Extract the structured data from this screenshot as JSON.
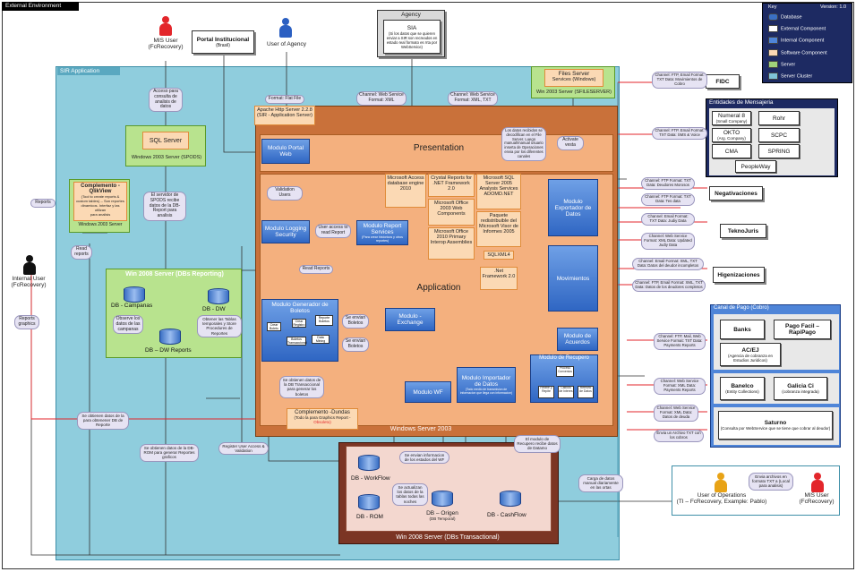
{
  "external_environment": {
    "title": "External Environment"
  },
  "key": {
    "title": "Key",
    "version": "Version: 1.0",
    "items": [
      "Database",
      "External Component",
      "Internal Component",
      "Software Component",
      "Server",
      "Server Cluster"
    ],
    "colors": {
      "database": "#3a6fc4",
      "external": "#ffffff",
      "internal": "#4f85d8",
      "software": "#fbd9b4",
      "server": "#9fd27a",
      "cluster": "#7fc4d8"
    }
  },
  "sir_application": {
    "title": "SIR Application"
  },
  "windows_2003": {
    "label": "Windows Server 2003"
  },
  "presentation": {
    "label": "Presentation"
  },
  "application": {
    "label": "Application"
  },
  "apache": {
    "line1": "Apache Http Server 2.2.8",
    "line2": "(SIR - Application Server)"
  },
  "modules": {
    "portal_web": "Modulo Portal Web",
    "logging": "Modulo Logging Security",
    "report_services": "Modulo Report Services",
    "report_services_sub": "(Para crear historicos y otros reportes)",
    "generador": "Modulo Generador de Boletos",
    "exchange": "Modulo - Exchange",
    "importador": "Modulo Importador de Datos",
    "importador_sub": "(Todo medio de transmision de informacion que llega con informacion)",
    "wf": "Modulo WF",
    "exportador": "Modulo Exportador de Datos",
    "movimientos": "Movimientos",
    "acuerdos": "Modulo de Acuerdos",
    "recupero": "Modulo de Recupero",
    "recupero_items": [
      "Proceso Convenios",
      "Recibe y Repite",
      "Calculo de Interes",
      "Reenvio de Datos"
    ]
  },
  "software": {
    "ms_access": "Microsoft Access database engine 2010",
    "crystal": "Crystal Reports for .NET Framework 2.0",
    "office_web": "Microsoft Office 2003 Web Components",
    "office_interop": "Microsoft Office 2010 Primary Interop Assemblies",
    "sql_analysis": "Microsoft SQL Server 2005 Analysis Services ADOMD.NET",
    "report_viewer": "Paquete redistribuible del Microsoft Visor de Informes 2005",
    "sqlxml": "SQLXML4",
    "net": ".Net Framework 2.0",
    "dundas_line1": "Complemento -Dundas",
    "dundas_line2": "(Todo la para Graphics Report -",
    "dundas_line3": "Obsoleto)",
    "qlikview_title": "Complemento - QlikView",
    "qlikview_sub": "(Tool to create reports & custom tables) -- Son reportes dinamicos. Interfaz y las utilizan",
    "qlikview_sub2": "para analisis",
    "qlikview_server": "Windows 2003 Server"
  },
  "generador_items": [
    "Crear Boleto",
    "Crear Registro",
    "Reporte Boletos",
    "Boletos Transaccional",
    "Data Mining"
  ],
  "servers": {
    "sql_server": "SQL Server",
    "spods": "Windows 2003 Server (SPODS)",
    "reporting": "Win 2008 Server (DBs Reporting)",
    "transactional": "Win 2008 Server (DBs Transactional)",
    "files_server": "Files Server",
    "files_services": "Services (Windows)",
    "files_host": "Win 2003 Server (SFILESERVER)"
  },
  "databases": {
    "campanas": "DB - Campanas",
    "dw": "DB - DW",
    "dw_reports": "DB – DW Reports",
    "workflow": "DB - WorkFlow",
    "rom": "DB - ROM",
    "origen": "DB – Origen",
    "origen_sub": "(DB Temporal)",
    "cashflow": "DB - CashFlow"
  },
  "people": {
    "mis_top": "MIS User",
    "mis_top_sub": "(FcRecovery)",
    "internal": "Internal User",
    "internal_sub": "(FcRecovery)",
    "operations": "User of Operations",
    "operations_sub": "(TI – FcRecovery, Example: Pablo)",
    "mis_bottom": "MIS User",
    "mis_bottom_sub": "(FcRecovery)",
    "user_agency": "User of Agency"
  },
  "externals": {
    "portal_line1": "Portal Institucional",
    "portal_line2": "(Brasil)",
    "agency_title": "Agency",
    "agency_sia": "SIA",
    "agency_desc": "(Si los datos que se quieren enviar a SIR son recreados en estado real formato es rrta por WebService)",
    "fidc": "FIDC",
    "negativaciones": "Negativaciones",
    "teknojuris": "TeknoJuris",
    "higenizaciones": "Higenizaciones"
  },
  "mensajeria": {
    "title": "Entidades de Mensajeria",
    "items": [
      {
        "name": "Numeral 8",
        "sub": "(Small Company)"
      },
      {
        "name": "Rohr",
        "sub": ""
      },
      {
        "name": "OKTO",
        "sub": "(Arg. Company)"
      },
      {
        "name": "SCPC",
        "sub": ""
      },
      {
        "name": "CMA",
        "sub": ""
      },
      {
        "name": "SPRING",
        "sub": ""
      },
      {
        "name": "PeopleWay",
        "sub": ""
      }
    ]
  },
  "canal_pago": {
    "title": "Canal de Pago (Cobro)",
    "banks": "Banks",
    "pago_facil": "Pago Facil – RapiPago",
    "acej_line1": "AC/EJ",
    "acej_line2": "(Agencia de cobranza en Estudios Juridicos)",
    "banelco_line1": "Banelco",
    "banelco_line2": "(Entity Collections)",
    "galicia_line1": "Galicia Ci",
    "galicia_line2": "(cobranza integrada)",
    "saturno_line1": "Saturno",
    "saturno_line2": "(Consulta por WebService que se tiene que cobrar al deudor)"
  },
  "bubbles": {
    "mis_access": "Acceso para consulta de analisis de datos",
    "format_file": "Format: Flat File",
    "channel_web_agency": "Channel: Web Service Format: XML",
    "channel_web_files": "Channel: Web Service Format: XML, TXT",
    "files_desc": "Los datos recibidos se decodifican en el File Server. Luego manual/manual usuario inserta de Operaciones envia por los diferentes canales",
    "activate": "Activate vesta",
    "spods_send": "El servidor de SPODS recibe datos de la DB-Report para analisis",
    "reports_lbl": "Reports",
    "read_reports": "Read reports",
    "validation": "Validation Users",
    "user_accesses": "User access to read Report",
    "read_reports2": "Read Reports",
    "observe_campanas": "Observe los datos de las campanas",
    "obtener_tablas": "Obtener las Tablas temporales y Store Procedures de Reportes",
    "reports_graphics": "Reports graphics",
    "envian_boletos": "Se envian Boletos",
    "envian_boletos2": "Se envian Boletos",
    "obtener_datos": "Se obtienen datos de la DB Transaccional para generar los boletos",
    "obtener_grafico": "Se obtienen datos de la para obtenener DB de Reporte",
    "dw_rom": "Se obtienen datos de la DB-ROM para generar Reportes graficos",
    "register_access": "Register User Access & Validation",
    "workflow_info": "Se envian informacion de los estados del WF",
    "origen_actualiza": "Se actualizan los datos de la tablas todas las noches",
    "recupero_info": "El modulo de Recupero recibe datos de Datamo",
    "carga_datos": "Carga de datos manual diariamente en las ortas",
    "envia_archivos": "Envia archivos en formato TXT a (Local para analisis)",
    "fidc_channel": "Channel: FTP, Email Format: TXT Data: Movimientos de Cobro",
    "mens_channel": "Channel: FTP, Email Format: TXT Data: SMS & Voice",
    "neg_channel": "Channel: FTP Format: TXT Data: Deudores Morosos",
    "neg_channel2": "Channel: FTP Format: TXT Data: Tes data",
    "tekno_email": "Channel: Email Format: TXT Data: Judiy Data",
    "tekno_web": "Channel: Web Service Format: XML Data: Updated Judiy Data",
    "higen_email": "Channel: Email Format: XML, TXT Data: Datos del deudor incompletos",
    "higen_ftp": "Channel: FTP, Email Format: XML, TXT Data: Datos de los deudores completos",
    "banks_channel": "Channel: FTP, Mail, Web Service Format: TXT Data: Payments Reports",
    "banelco_channel": "Channel: Web Service Format: XML Data: Payments Reports",
    "saturno_channel": "Channel: Web Service Format: XML Data: Datos de deuda",
    "saturno_envia": "Envia un Archivo TXT con los cobros"
  }
}
